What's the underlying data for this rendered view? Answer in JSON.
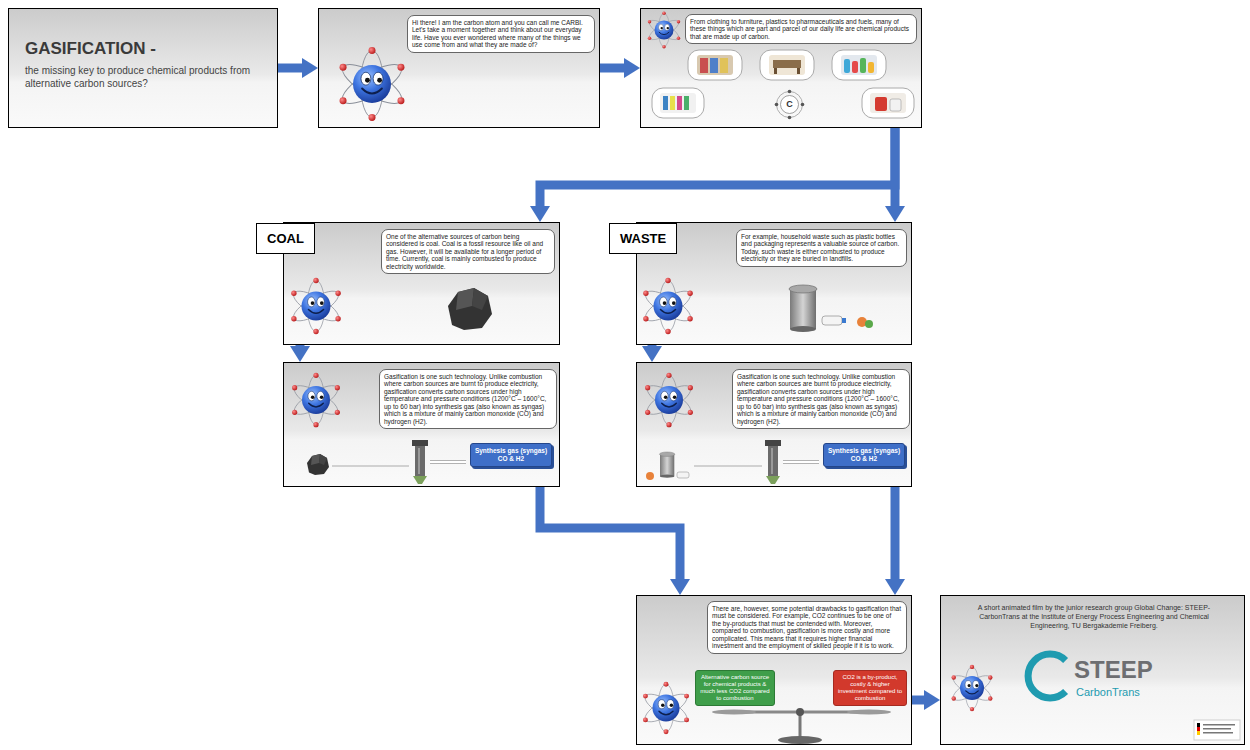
{
  "diagram": {
    "nodes": [
      {
        "text": [
          "GASIFICATION -",
          "the missing key to produce chemical products from alternative carbon sources?"
        ]
      },
      {
        "text": [
          "Hi there! I am the carbon atom and you can call me CARBI. Let's take a moment together and think about our everyday life. Have you ever wondered where many of the things we use come from and what they are made of?"
        ]
      },
      {
        "text": [
          "From clothing to furniture, plastics to pharmaceuticals and fuels, many of these things which are part and parcel of our daily life are chemical products that are made up of carbon."
        ]
      },
      {
        "text": [
          "COAL",
          "One of the alternative sources of carbon being considered is coal. Coal is a fossil resource like oil and gas. However, it will be available for a longer period of time. Currently, coal is mainly combusted to produce electricity worldwide."
        ]
      },
      {
        "text": [
          "WASTE",
          "For example, household waste such as plastic bottles and packaging represents a valuable source of carbon. Today, such waste is either combusted to produce electricity or they are buried in landfills."
        ]
      },
      {
        "text": [
          "Gasification is one such technology. Unlike combustion where carbon sources are burnt to produce electricity, gasification converts carbon sources under high temperature and pressure conditions (1200°C – 1600°C, up to 60 bar) into synthesis gas (also known as syngas) which is a mixture of mainly carbon monoxide (CO) and hydrogen (H2)."
        ]
      },
      {
        "text": [
          "Synthesis gas (syngas)",
          "CO & H2"
        ],
        "in": 5
      },
      {
        "text": [
          "Gasification is one such technology. Unlike combustion where carbon sources are burnt to produce electricity, gasification converts carbon sources under high temperature and pressure conditions (1200°C – 1600°C, up to 60 bar) into synthesis gas (also known as syngas) which is a mixture of mainly carbon monoxide (CO) and hydrogen (H2)."
        ]
      },
      {
        "text": [
          "Synthesis gas (syngas)",
          "CO & H2"
        ],
        "in": 7
      },
      {
        "text": [
          "There are, however, some potential drawbacks to gasification that must be considered. For example, CO2 continues to be one of the by-products that must be contended with. Moreover, compared to combustion, gasification is more costly and more complicated. This means that it requires higher financial investment and the employment of skilled people if it is to work."
        ]
      },
      {
        "text": [
          "Alternative carbon source for chemical products & much less CO2 compared to combustion"
        ],
        "in": 9
      },
      {
        "text": [
          "CO2 is a by-product, costly & higher investment compared to combustion"
        ],
        "in": 9
      },
      {
        "text": [
          "A short animated film by the junior research group Global Change: STEEP-CarbonTrans at the Institute of Energy Process Engineering and Chemical Engineering, TU Bergakademie Freiberg."
        ]
      }
    ],
    "edges": [
      {
        "from": 0,
        "to": 1,
        "arrow": "to"
      },
      {
        "from": 1,
        "to": 2,
        "arrow": "to"
      },
      {
        "from": 2,
        "to": 3,
        "arrow": "to"
      },
      {
        "from": 2,
        "to": 4,
        "arrow": "to"
      },
      {
        "from": 3,
        "to": 5,
        "arrow": "to"
      },
      {
        "from": 4,
        "to": 7,
        "arrow": "to"
      },
      {
        "from": 5,
        "to": 9,
        "arrow": "to"
      },
      {
        "from": 7,
        "to": 9,
        "arrow": "to"
      },
      {
        "from": 9,
        "to": 12,
        "arrow": "to"
      }
    ],
    "labels": [
      "C",
      "STEEP",
      "CarbonTrans"
    ]
  }
}
